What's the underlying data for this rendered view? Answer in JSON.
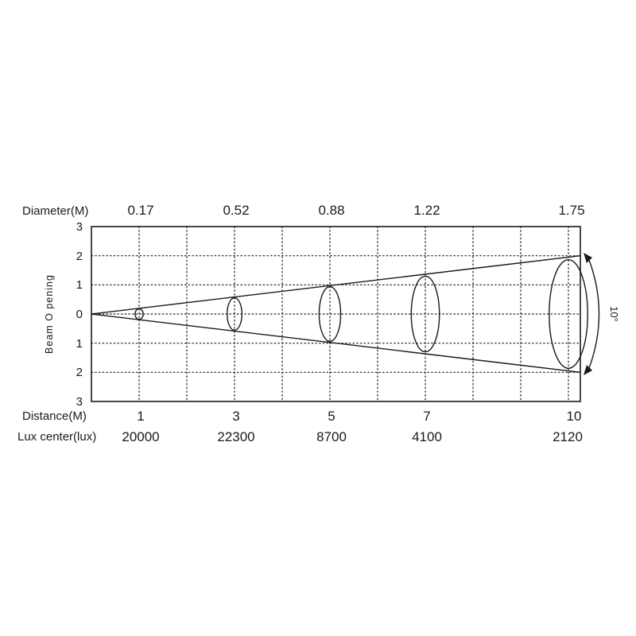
{
  "page": {
    "background": "#ffffff",
    "ink": "#1a1a1a"
  },
  "chart_data": {
    "type": "line",
    "subtype": "beam-angle-photometric-cone",
    "title": "",
    "y_axis_label": "Beam O pening",
    "beam_angle_label": "10°",
    "y_ticks": [
      "3",
      "2",
      "1",
      "0",
      "1",
      "2",
      "3"
    ],
    "y_range": [
      -3,
      3
    ],
    "x_range": [
      0,
      10.25
    ],
    "grid": {
      "style": "dotted",
      "x_step": 1,
      "y_step": 1,
      "legend": "none"
    },
    "rows": [
      {
        "label": "Diameter(M)",
        "values": [
          "0.17",
          "0.52",
          "0.88",
          "1.22",
          "1.75"
        ]
      },
      {
        "label": "Distance(M)",
        "values": [
          "1",
          "3",
          "5",
          "7",
          "10"
        ]
      },
      {
        "label": "Lux center(lux)",
        "values": [
          "20000",
          "22300",
          "8700",
          "4100",
          "2120"
        ]
      }
    ],
    "distances": [
      1,
      3,
      5,
      7,
      10
    ],
    "diameters_m": [
      0.17,
      0.52,
      0.88,
      1.22,
      1.75
    ],
    "lux_center": [
      20000,
      22300,
      8700,
      4100,
      2120
    ]
  }
}
